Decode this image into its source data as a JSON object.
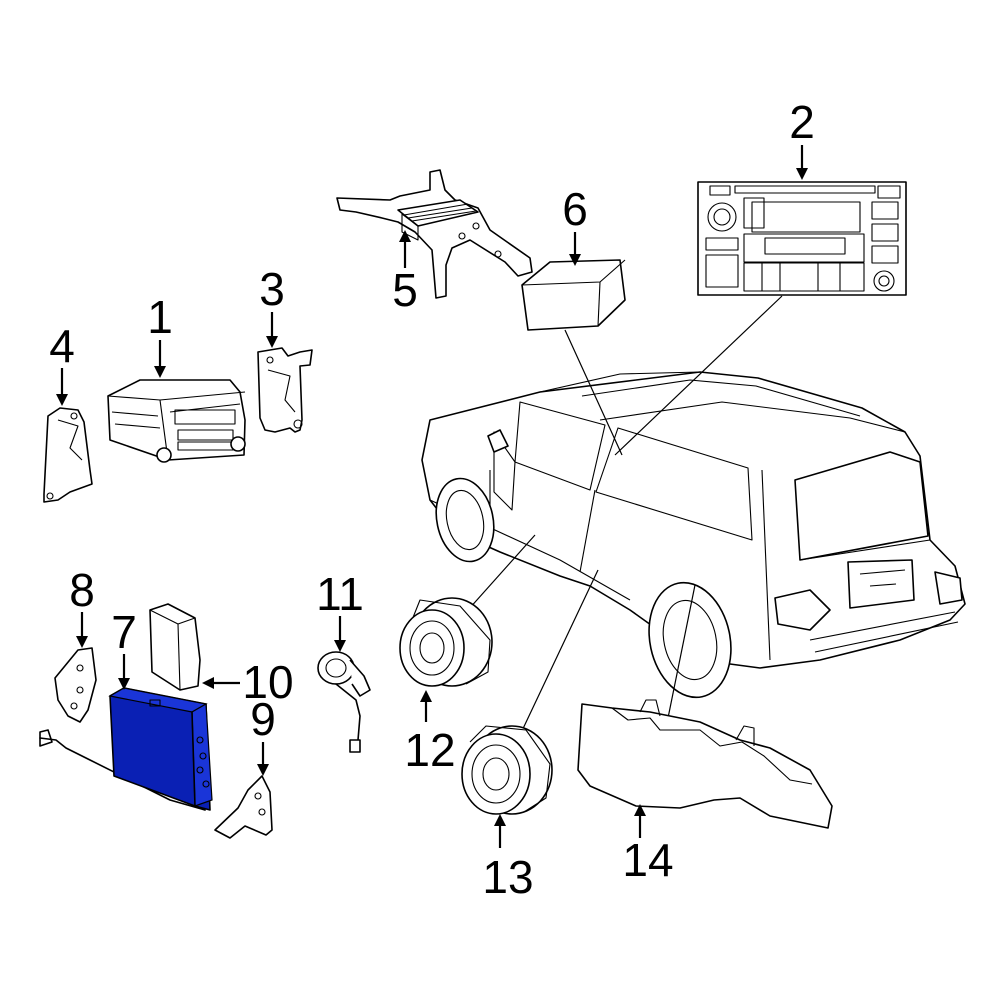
{
  "diagram": {
    "highlight_color": "#0A20B4",
    "callouts": [
      {
        "id": "1",
        "label": "1"
      },
      {
        "id": "2",
        "label": "2"
      },
      {
        "id": "3",
        "label": "3"
      },
      {
        "id": "4",
        "label": "4"
      },
      {
        "id": "5",
        "label": "5"
      },
      {
        "id": "6",
        "label": "6"
      },
      {
        "id": "7",
        "label": "7",
        "highlighted": true
      },
      {
        "id": "8",
        "label": "8"
      },
      {
        "id": "9",
        "label": "9"
      },
      {
        "id": "10",
        "label": "10"
      },
      {
        "id": "11",
        "label": "11"
      },
      {
        "id": "12",
        "label": "12"
      },
      {
        "id": "13",
        "label": "13"
      },
      {
        "id": "14",
        "label": "14"
      }
    ]
  }
}
